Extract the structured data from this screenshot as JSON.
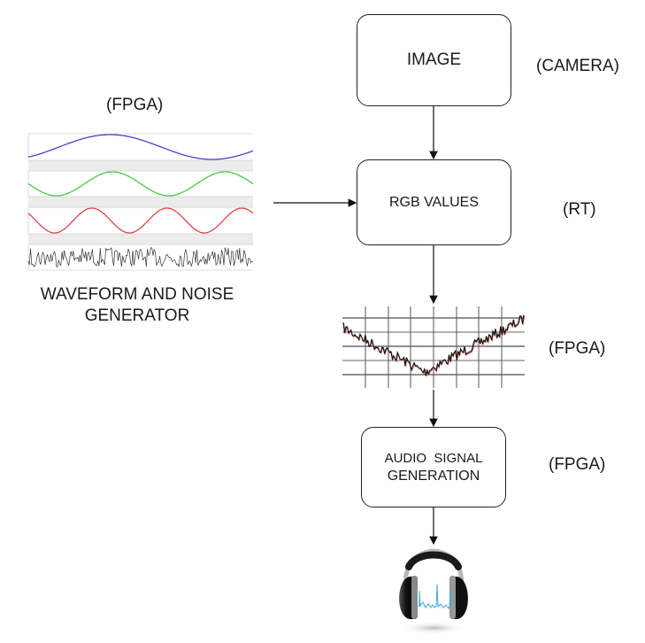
{
  "diagram": {
    "nodes": {
      "image": {
        "label": "IMAGE",
        "annotation": "(CAMERA)"
      },
      "rgb": {
        "label": "RGB VALUES",
        "annotation": "(RT)"
      },
      "signal_chart": {
        "annotation": "(FPGA)"
      },
      "audio": {
        "label_line1": "AUDIO  SIGNAL",
        "label_line2": "GENERATION",
        "annotation": "(FPGA)"
      },
      "waveform": {
        "annotation": "(FPGA)",
        "caption_line1": "WAVEFORM AND NOISE",
        "caption_line2": "GENERATOR"
      },
      "output": {
        "icon": "headphones-icon"
      }
    },
    "edges": [
      {
        "from": "image",
        "to": "rgb"
      },
      {
        "from": "waveform",
        "to": "rgb"
      },
      {
        "from": "rgb",
        "to": "signal_chart"
      },
      {
        "from": "signal_chart",
        "to": "audio"
      },
      {
        "from": "audio",
        "to": "output"
      }
    ],
    "waveform_panels": [
      {
        "name": "sine-slow",
        "color": "#4444cc",
        "cycles": 1.1
      },
      {
        "name": "sine-medium",
        "color": "#44cc44",
        "cycles": 2.0
      },
      {
        "name": "sine-fast",
        "color": "#dd4444",
        "cycles": 3.0
      },
      {
        "name": "noise",
        "color": "#333333",
        "cycles": 0
      }
    ],
    "colors": {
      "line": "#222222",
      "panel_gap": "#ececec",
      "headphone_wave": "#3aa8e0"
    }
  }
}
